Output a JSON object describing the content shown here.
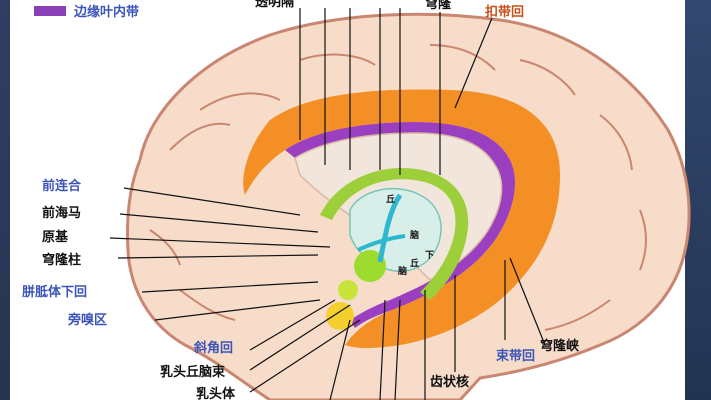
{
  "legend": {
    "swatch_color": "#8a3fb6",
    "text": "边缘叶内带"
  },
  "colors": {
    "blue_label": "#3c55b8",
    "orange_label": "#c6501c",
    "black_label": "#111111",
    "orange_band": "#f28a1c",
    "purple_band": "#9b3fc1",
    "green_band": "#9ccf3a",
    "brain_fill": "#f6dcc9",
    "brain_stroke": "#c98670"
  },
  "labels": {
    "top_cut1": "透明隔",
    "top_cut2": "穹隆",
    "kou_dai_hui": "扣带回",
    "qian_lian_he": "前连合",
    "qian_hai_ma": "前海马",
    "yuan_ji": "原基",
    "qiong_long_zhu": "穹隆柱",
    "pian_zhi_ti_xia_hui": "胼胝体下回",
    "pang_xiu_qu": "旁嗅区",
    "xie_jiao_hui": "斜角回",
    "ru_tou_qiu_nao_shu": "乳头丘脑束",
    "ru_tou_ti": "乳头体",
    "chi_zhuang_he": "齿状核",
    "shu_dai_hui": "束带回",
    "qiong_long_xia": "穹隆峡",
    "qiu": "丘",
    "nao": "脑",
    "xia": "下",
    "qiu2": "丘",
    "nao2": "脑"
  }
}
